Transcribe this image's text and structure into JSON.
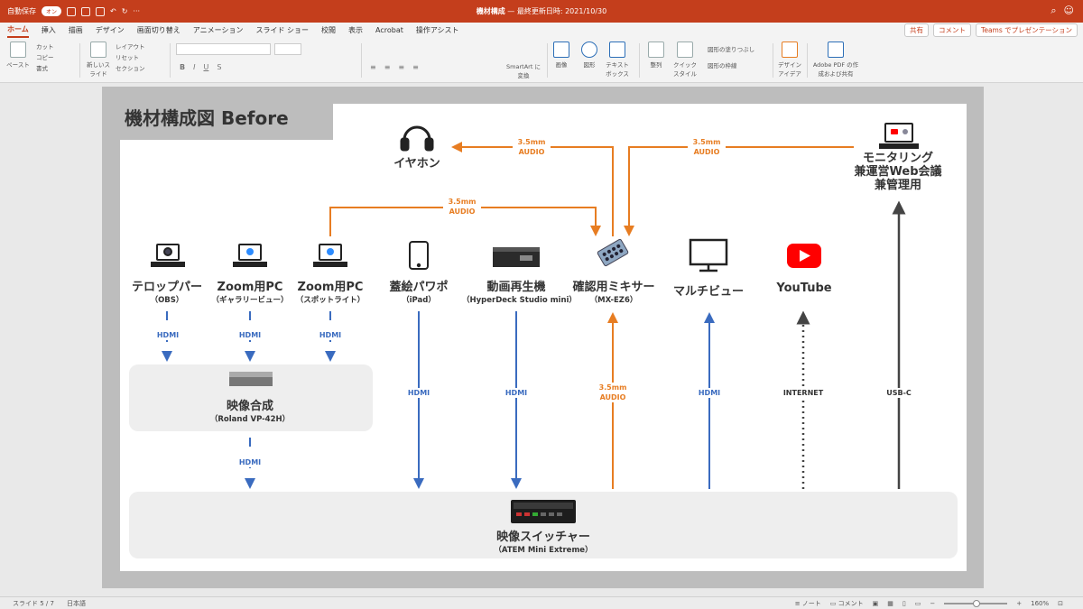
{
  "titlebar": {
    "autosave_label": "自動保存",
    "autosave_state": "オン",
    "doc_title": "機材構成",
    "doc_modified": "最終更新日時: 2021/10/30"
  },
  "menu": {
    "tabs": [
      "ホーム",
      "挿入",
      "描画",
      "デザイン",
      "画面切り替え",
      "アニメーション",
      "スライド ショー",
      "校閲",
      "表示",
      "Acrobat",
      "操作アシスト"
    ],
    "active": "ホーム",
    "share": "共有",
    "comment": "コメント",
    "teams": "Teams でプレゼンテーション"
  },
  "ribbon": {
    "paste": "ペースト",
    "cut": "カット",
    "copy": "コピー",
    "format": "書式",
    "new_slide": "新しいスライド",
    "layout": "レイアウト",
    "reset": "リセット",
    "section": "セクション",
    "smartart": "SmartArt に変換",
    "image": "画像",
    "shape": "図形",
    "textbox": "テキストボックス",
    "arrange": "整列",
    "quick_style": "クイックスタイル",
    "shape_fill": "図形の塗りつぶし",
    "shape_outline": "図形の枠線",
    "design_ideas": "デザインアイデア",
    "adobe_pdf": "Adobe PDF の作成および共有"
  },
  "slide": {
    "title": "機材構成図 Before",
    "devices": {
      "teleprompter": {
        "name": "テロップパー",
        "sub": "（OBS）"
      },
      "zoom_gallery": {
        "name": "Zoom用PC",
        "sub": "（ギャラリービュー）"
      },
      "zoom_spot": {
        "name": "Zoom用PC",
        "sub": "（スポットライト）"
      },
      "ipad": {
        "name": "蓋絵パワポ",
        "sub": "（iPad）"
      },
      "hyperdeck": {
        "name": "動画再生機",
        "sub": "（HyperDeck Studio mini）"
      },
      "mixer": {
        "name": "確認用ミキサー",
        "sub": "（MX-EZ6）"
      },
      "multiview": {
        "name": "マルチビュー",
        "sub": ""
      },
      "youtube": {
        "name": "YouTube",
        "sub": ""
      },
      "earphone": {
        "name": "イヤホン",
        "sub": ""
      },
      "monitoring": {
        "name": "モニタリング",
        "line2": "兼運営Web会議",
        "line3": "兼管理用"
      },
      "compositor": {
        "name": "映像合成",
        "sub": "（Roland VP-42H）"
      },
      "switcher": {
        "name": "映像スイッチャー",
        "sub": "（ATEM Mini Extreme）"
      }
    },
    "links": {
      "hdmi": "HDMI",
      "audio_mm": "3.5mm",
      "audio": "AUDIO",
      "internet": "INTERNET",
      "usbc": "USB-C"
    }
  },
  "status": {
    "slide": "スライド 5 / 7",
    "lang": "日本語",
    "notes": "ノート",
    "comments": "コメント",
    "zoom": "160%"
  },
  "colors": {
    "accent": "#c43e1c",
    "hdmi": "#3a6bbf",
    "audio": "#e77d22",
    "dark": "#444444"
  }
}
